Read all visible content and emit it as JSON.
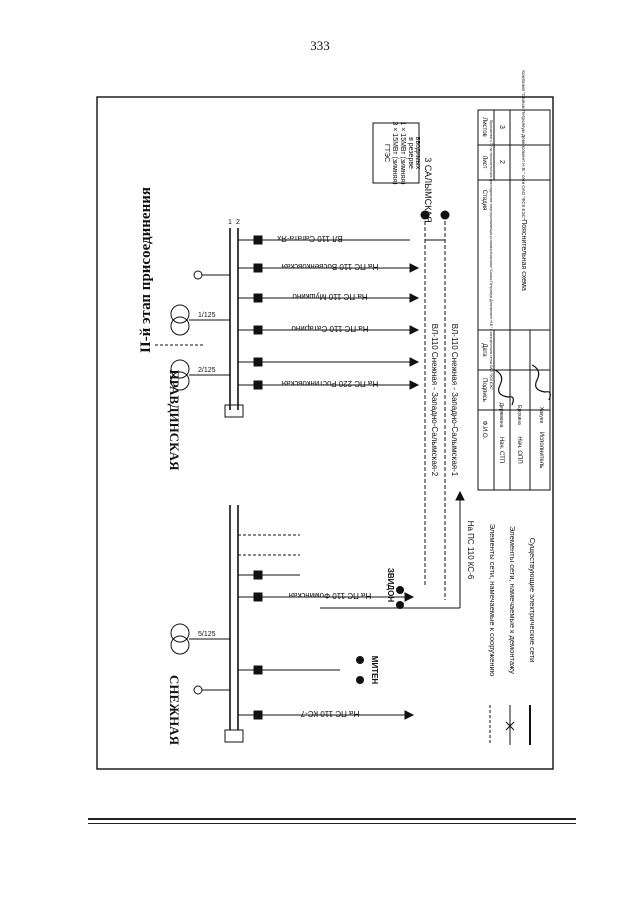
{
  "page_number": "333",
  "title": "II-й этап присоединения",
  "substations": {
    "snezhnaya": "СНЕЖНАЯ",
    "pravdinskaya": "ПРАВДИНСКАЯ",
    "salymskaya": "3 САЛЫМСКАЯ"
  },
  "equipment_labels": {
    "miten": "МИТЕН",
    "zvidon": "ЗВИДОН",
    "transformer_ratio": "5/125",
    "transformer_ratio_left": "2/125",
    "transformer_ratio_right": "1/125",
    "bus_1": "1",
    "bus_2": "2"
  },
  "gtes_box": [
    "ГТЭС",
    "3 × 15МВт (зимняя)",
    "1 × 15МВт (зимняя)",
    "в резерве",
    "вводимых"
  ],
  "lines_pravdinskaya": [
    "ВЛ 110 Сагата-Ях",
    "На ПС 110 Восвенковская",
    "На ПС 110 Мушкино",
    "На ПС 110 Сатарино",
    "На ПС 220 Ростинковская"
  ],
  "lines_snezhnaya": [
    "На ПС 110 Фоминская",
    "На ПС 110 КС-7",
    "На ПС 110 КС-6"
  ],
  "connection_lines": [
    "ВЛ-110 Снежная - Западно-Салымская-2",
    "ВЛ-110 Снежная - Западно-Салымская-1"
  ],
  "legend": [
    "Элементы сети, намечаемые к сооружению",
    "Элементы сети, намечаемые к демонтажу",
    "Существующие электрические сети"
  ],
  "stamp": {
    "approval_text": "Приложение к ТУ на технологическое присоединение энергопринимающих установок Компании \"Салым Петролеум Девелопмент Н.В.\" к электрическим сетям ОАО \"ФСК ЕЭС\"",
    "sheet_title": "Пояснительная схема",
    "company": "Компания \"Салым Петролеум Девелопмент Н.В.\" сети ОАО \"ФСК ЕЭС\"",
    "headers": [
      "Стадия",
      "Лист",
      "Листов"
    ],
    "sheet": "2",
    "sheets": "3",
    "col_headers": [
      "Ф.И.О.",
      "Подпись",
      "Дата"
    ],
    "rows": [
      {
        "role": "Нач. СТП",
        "name": "Дерявкина"
      },
      {
        "role": "Нач. ОПП",
        "name": "Ерохина"
      },
      {
        "role": "Исполнитель",
        "name": "Хакуев"
      }
    ]
  }
}
